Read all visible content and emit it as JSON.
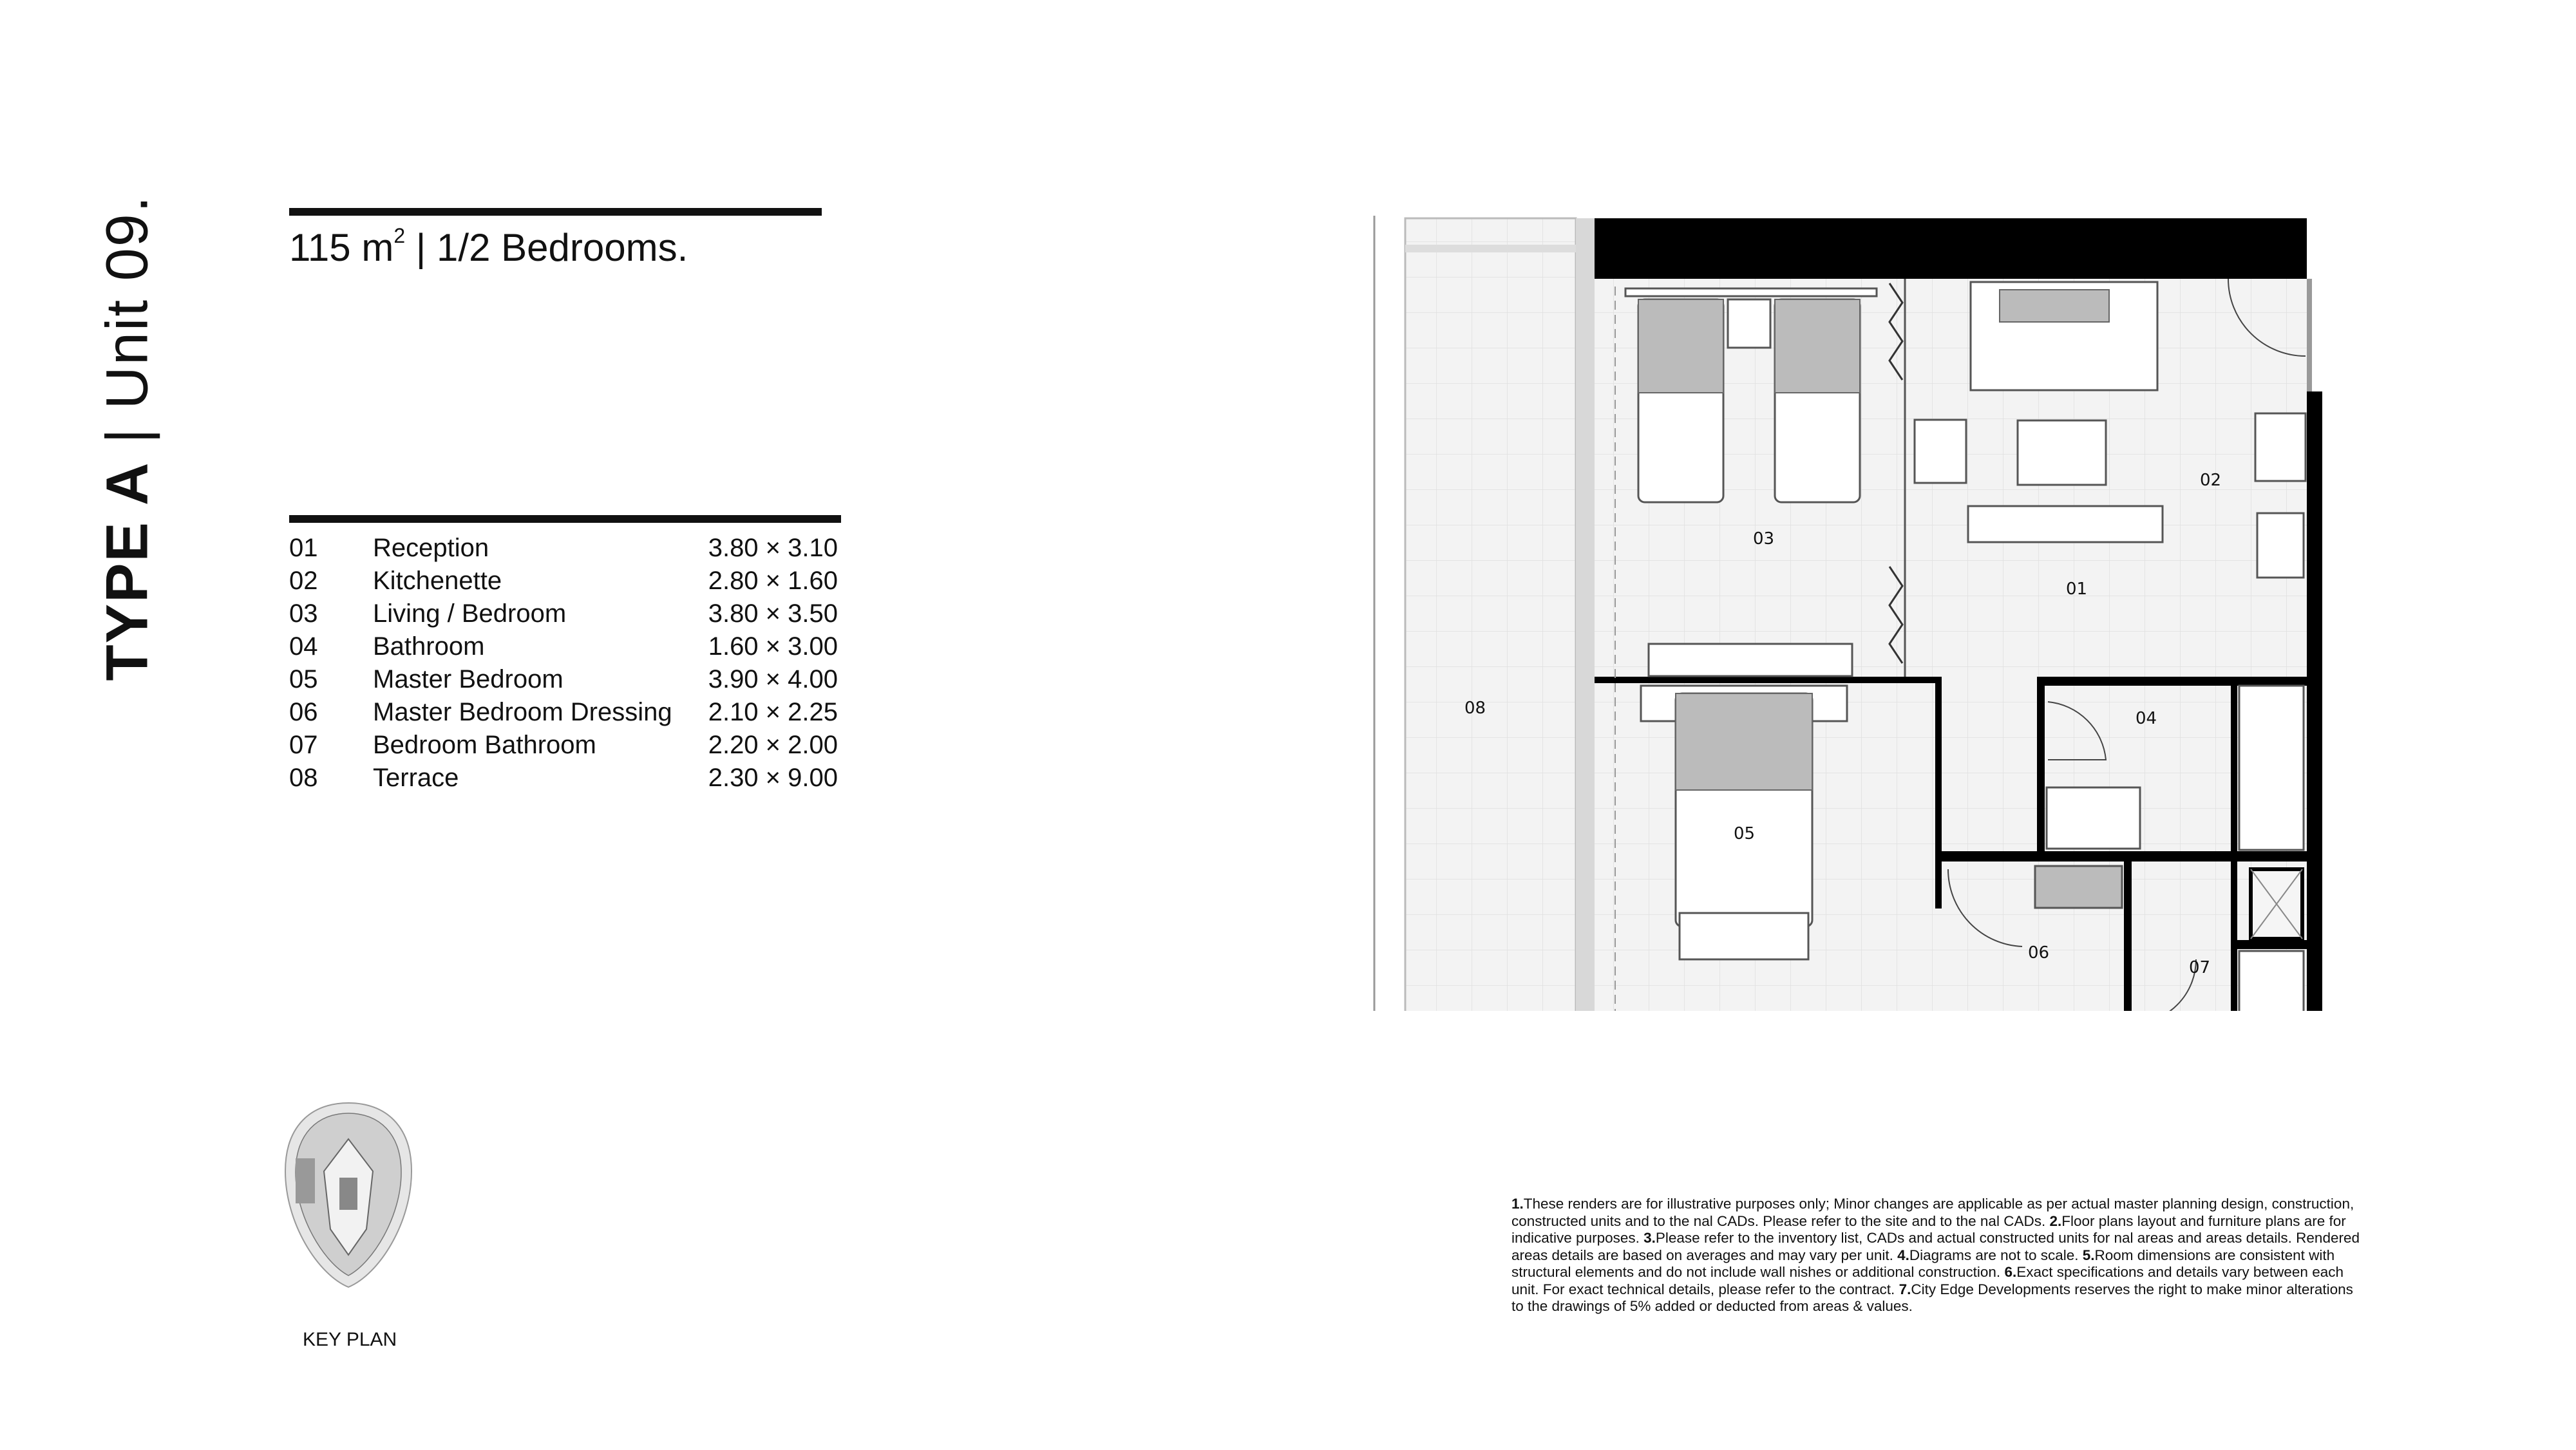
{
  "title": {
    "type": "TYPE A",
    "separator": "|",
    "unit": "Unit 09."
  },
  "summary": {
    "area": "115 m",
    "area_sup": "2",
    "separator": "|",
    "bedrooms": "1/2 Bedrooms."
  },
  "rooms": [
    {
      "num": "01",
      "name": "Reception",
      "dim": "3.80 × 3.10"
    },
    {
      "num": "02",
      "name": "Kitchenette",
      "dim": "2.80 × 1.60"
    },
    {
      "num": "03",
      "name": "Living / Bedroom",
      "dim": "3.80 × 3.50"
    },
    {
      "num": "04",
      "name": "Bathroom",
      "dim": "1.60 × 3.00"
    },
    {
      "num": "05",
      "name": "Master Bedroom",
      "dim": "3.90 × 4.00"
    },
    {
      "num": "06",
      "name": "Master Bedroom Dressing",
      "dim": "2.10 × 2.25"
    },
    {
      "num": "07",
      "name": "Bedroom Bathroom",
      "dim": "2.20 × 2.00"
    },
    {
      "num": "08",
      "name": "Terrace",
      "dim": "2.30 × 9.00"
    }
  ],
  "plan_labels": {
    "r01": "01",
    "r02": "02",
    "r03": "03",
    "r04": "04",
    "r05": "05",
    "r06": "06",
    "r07": "07",
    "r08": "08"
  },
  "key_plan": {
    "label": "KEY PLAN"
  },
  "disclaimer": [
    {
      "n": "1.",
      "t": "These renders are for illustrative purposes only; Minor changes are applicable as per actual master planning design, construction, constructed units and to the nal CADs. Please refer to the site and to the nal CADs. "
    },
    {
      "n": "2.",
      "t": "Floor plans layout and furniture plans are for indicative purposes. "
    },
    {
      "n": "3.",
      "t": "Please refer to the inventory list, CADs and actual constructed units for nal areas and areas details. Rendered areas details are based on averages and may vary per unit. "
    },
    {
      "n": "4.",
      "t": "Diagrams are not to scale. "
    },
    {
      "n": "5.",
      "t": "Room dimensions are consistent with structural elements and do not include wall nishes or additional construction. "
    },
    {
      "n": "6.",
      "t": "Exact specifications and details vary between each unit. For exact technical details, please refer to the contract. "
    },
    {
      "n": "7.",
      "t": "City Edge Developments reserves the right to make minor alterations to the drawings of 5% added or deducted from areas & values."
    }
  ],
  "colors": {
    "text": "#111111",
    "wall": "#000000",
    "floor": "#f3f3f3",
    "terrace": "#efefef"
  }
}
